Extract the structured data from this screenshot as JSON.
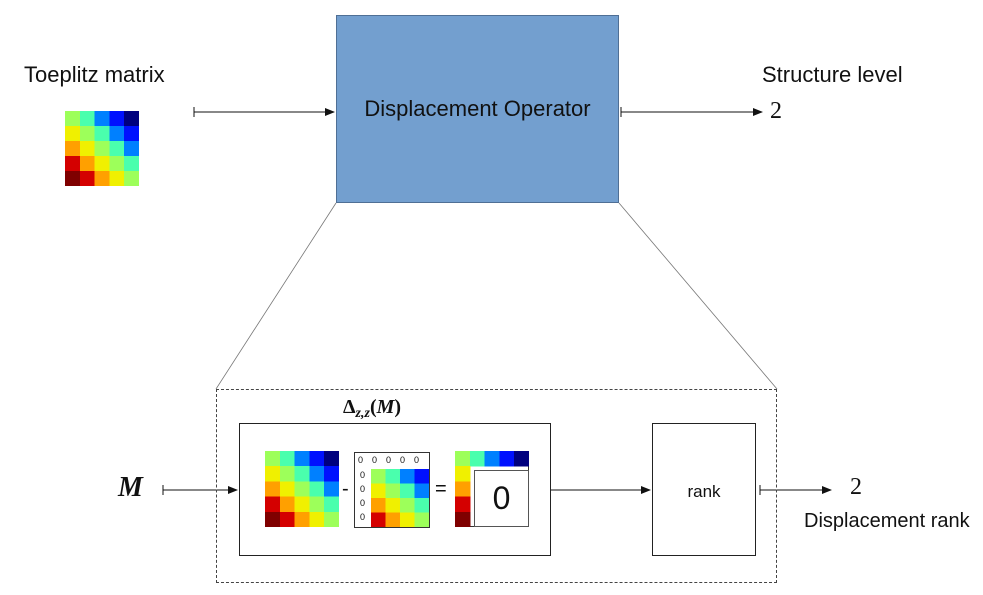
{
  "labels": {
    "input_title": "Toeplitz matrix",
    "operator": "Displacement Operator",
    "structure_level": "Structure level",
    "structure_value": "2",
    "matrix_symbol": "M",
    "formula": "Δz,z(M)",
    "minus": "-",
    "equals": "=",
    "result_zero": "0",
    "rank": "rank",
    "displacement_rank_value": "2",
    "displacement_rank": "Displacement rank",
    "shift_zero": "0"
  },
  "colors": {
    "operator_fill": "#739fcf",
    "jet": [
      "#7f0000",
      "#d40000",
      "#ff4a00",
      "#ffa000",
      "#f0f000",
      "#9dff5a",
      "#4affad",
      "#00e0ff",
      "#0080ff",
      "#0010ff",
      "#00007f"
    ]
  }
}
